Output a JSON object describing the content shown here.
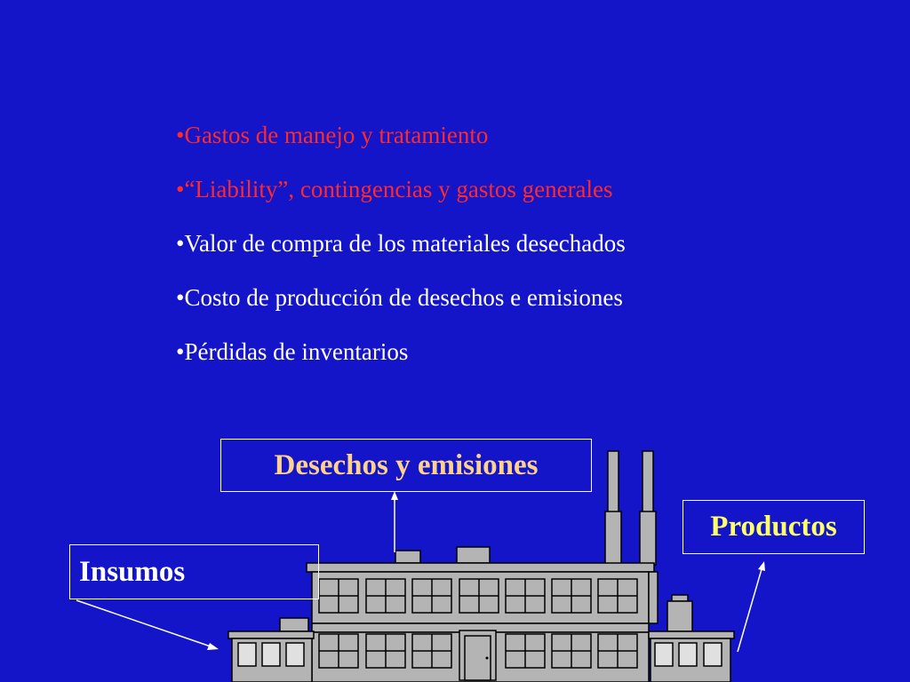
{
  "bullets": [
    {
      "text": "•Gastos de manejo y tratamiento",
      "color": "red"
    },
    {
      "text": "•“Liability”, contingencias y gastos generales",
      "color": "red"
    },
    {
      "text": "•Valor de compra de los materiales desechados",
      "color": "white"
    },
    {
      "text": "•Costo de producción de desechos e emisiones",
      "color": "white"
    },
    {
      "text": "•Pérdidas de inventarios",
      "color": "white"
    }
  ],
  "labels": {
    "desechos": "Desechos y emisiones",
    "productos": "Productos",
    "insumos": "Insumos"
  },
  "colors": {
    "background": "#1414C8",
    "red_text": "#FF2A2A",
    "desechos_text": "#FFD28C",
    "productos_text": "#FFFF66",
    "factory_gray": "#B4B4B4"
  },
  "icons": [
    "factory-icon",
    "arrow-up-icon",
    "arrow-insumos-icon",
    "arrow-productos-icon"
  ]
}
